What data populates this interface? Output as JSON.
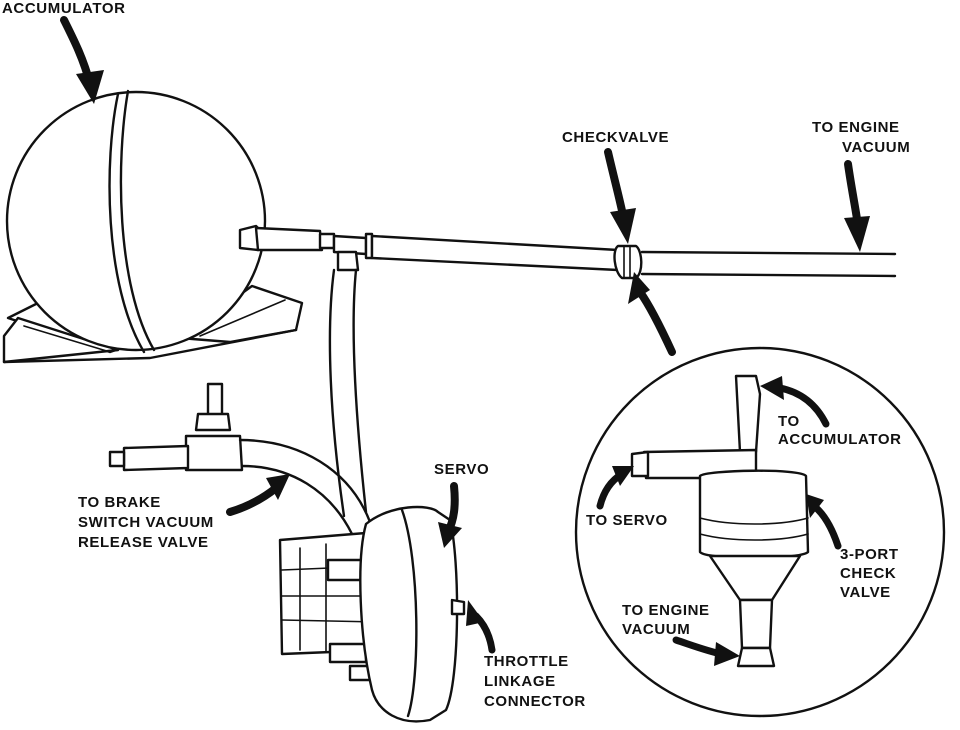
{
  "labels": {
    "accumulator": "ACCUMULATOR",
    "checkvalve": "CHECKVALVE",
    "to_engine_vacuum_1": "TO ENGINE",
    "to_engine_vacuum_2": "VACUUM",
    "servo": "SERVO",
    "brake_1": "TO BRAKE",
    "brake_2": "SWITCH VACUUM",
    "brake_3": "RELEASE VALVE",
    "throttle_1": "THROTTLE",
    "throttle_2": "LINKAGE",
    "throttle_3": "CONNECTOR",
    "detail_to_accumulator_1": "TO",
    "detail_to_accumulator_2": "ACCUMULATOR",
    "detail_to_servo": "TO SERVO",
    "detail_check_1": "3-PORT",
    "detail_check_2": "CHECK",
    "detail_check_3": "VALVE",
    "detail_engine_1": "TO ENGINE",
    "detail_engine_2": "VACUUM"
  },
  "colors": {
    "ink": "#111111",
    "paper": "#ffffff"
  }
}
